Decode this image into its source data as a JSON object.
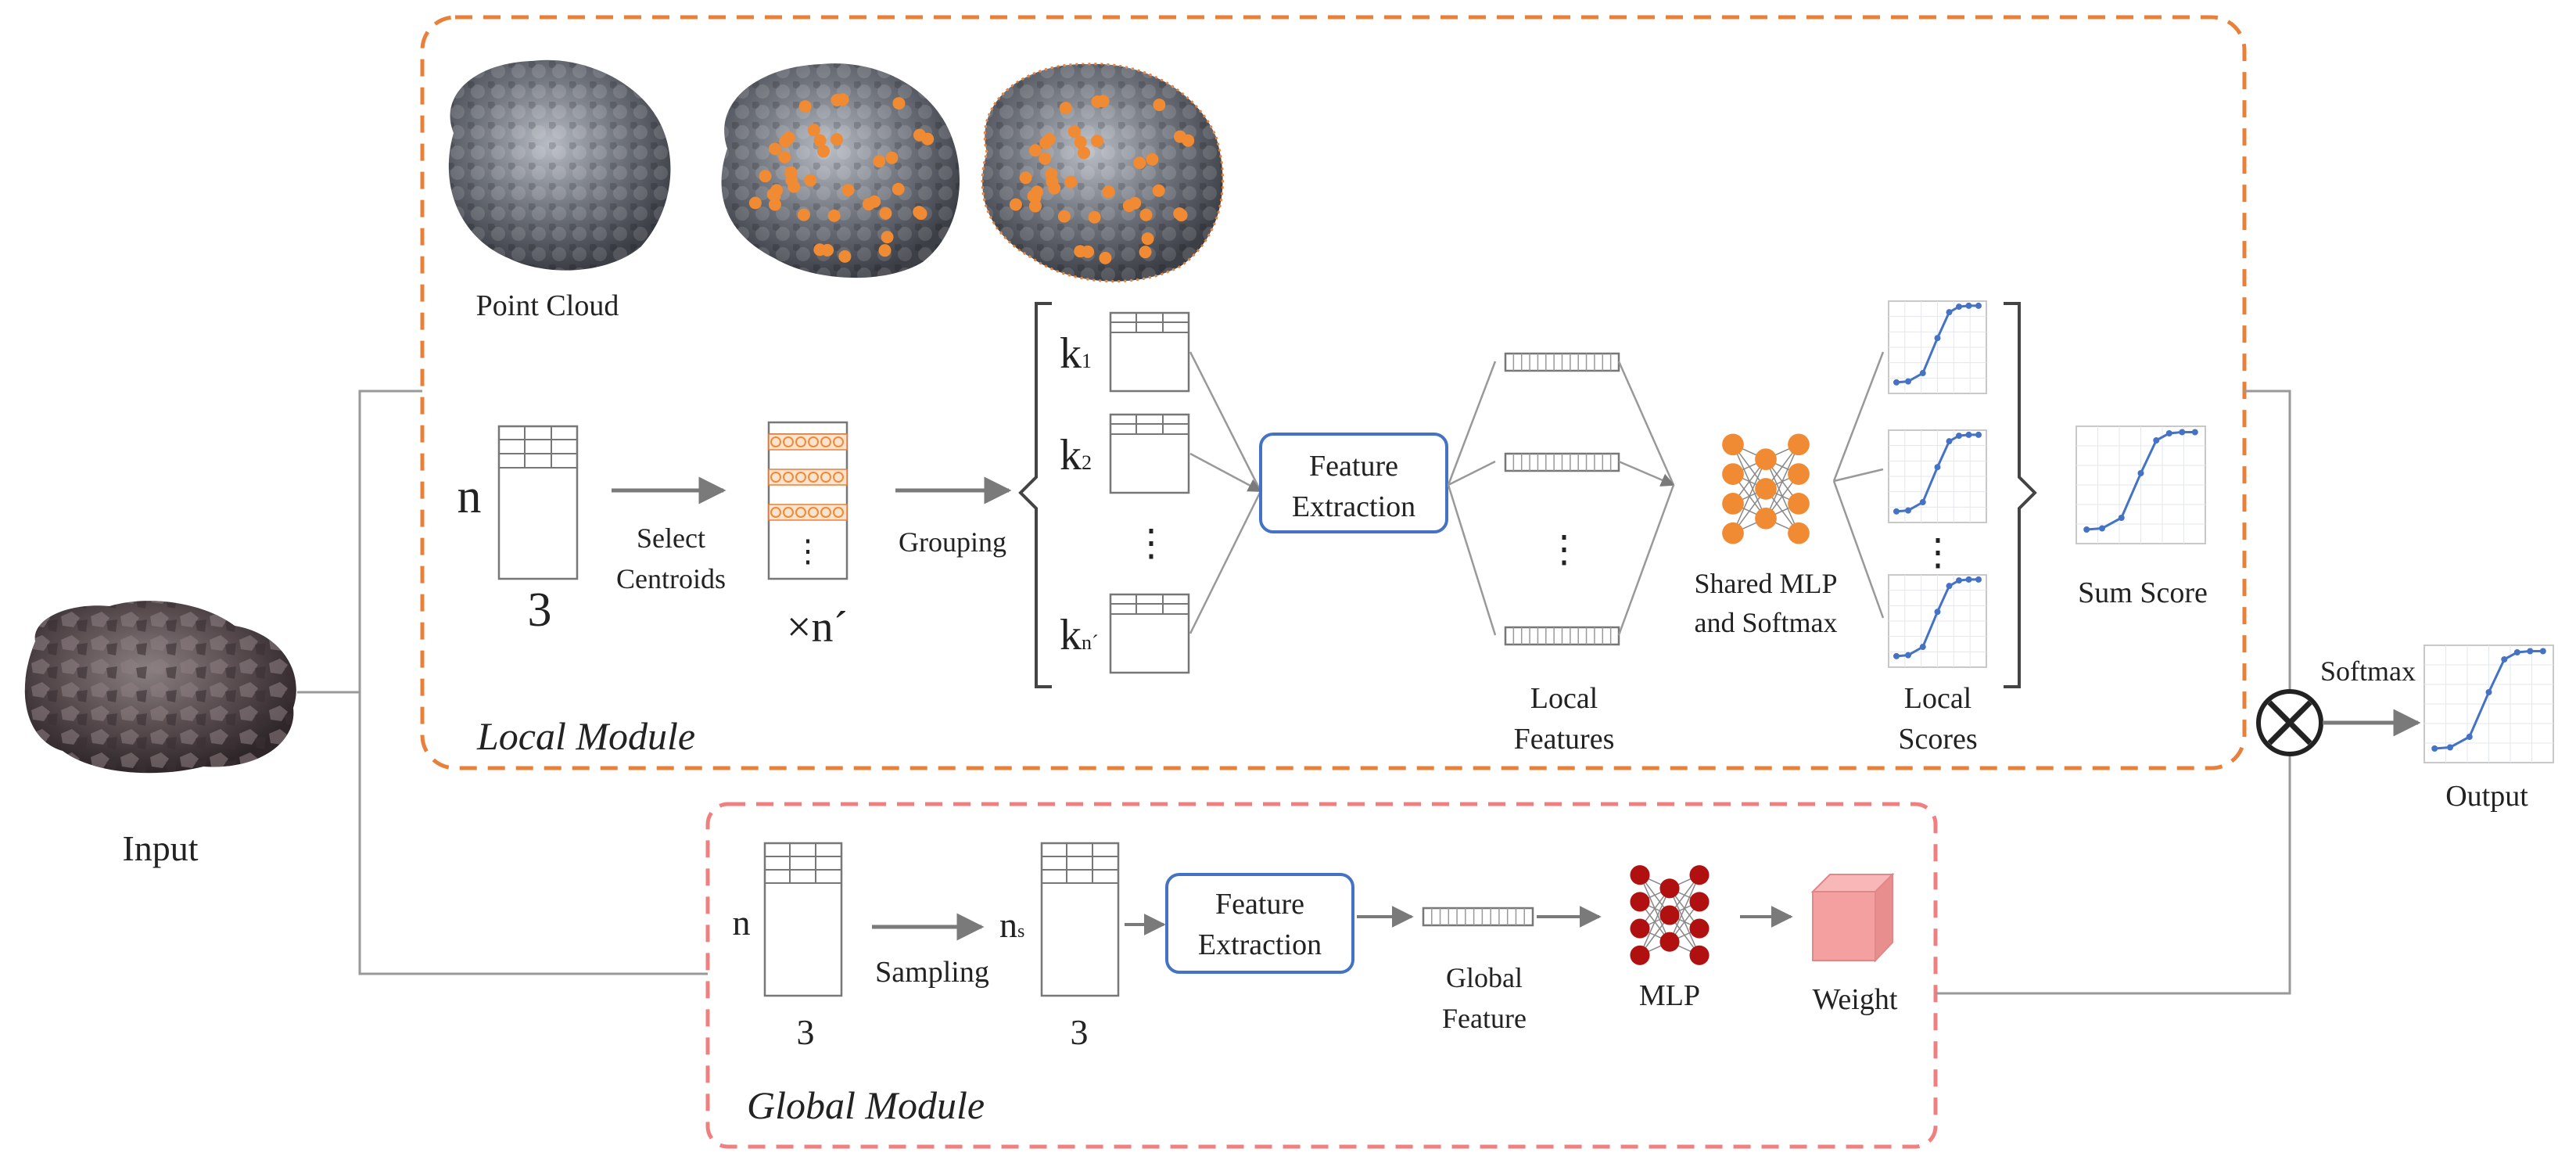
{
  "diagram": {
    "input": {
      "label": "Input"
    },
    "output": {
      "label": "Output"
    },
    "local_module": {
      "title": "Local Module",
      "point_cloud_label": "Point Cloud",
      "matrix_n": "n",
      "matrix_3": "3",
      "select_centroids": [
        "Select",
        "Centroids"
      ],
      "centroid_count": "×n´",
      "grouping": "Grouping",
      "group_labels": [
        "k",
        "k",
        "k"
      ],
      "group_subs": [
        "1",
        "2",
        "n´"
      ],
      "dots": "⋮",
      "feature_extraction": [
        "Feature",
        "Extraction"
      ],
      "local_features": [
        "Local",
        "Features"
      ],
      "shared_mlp": [
        "Shared MLP",
        "and Softmax"
      ],
      "local_scores": [
        "Local",
        "Scores"
      ],
      "sum_score": "Sum Score"
    },
    "global_module": {
      "title": "Global Module",
      "matrix_n": "n",
      "matrix_3": "3",
      "sampling": "Sampling",
      "ns_base": "n",
      "ns_sub": "s",
      "ns_3": "3",
      "feature_extraction": [
        "Feature",
        "Extraction"
      ],
      "global_feature": [
        "Global",
        "Feature"
      ],
      "mlp": "MLP",
      "weight": "Weight"
    },
    "softmax": "Softmax",
    "multiply_symbol": "×"
  },
  "colors": {
    "local_border": "#E8803A",
    "global_border": "#F08080",
    "fe_border": "#4472C4",
    "orange_node": "#F08A33",
    "red_node": "#B01010",
    "weight_cube": "#F4A0A0",
    "plot_line": "#4472C4",
    "arrow": "#888888"
  }
}
